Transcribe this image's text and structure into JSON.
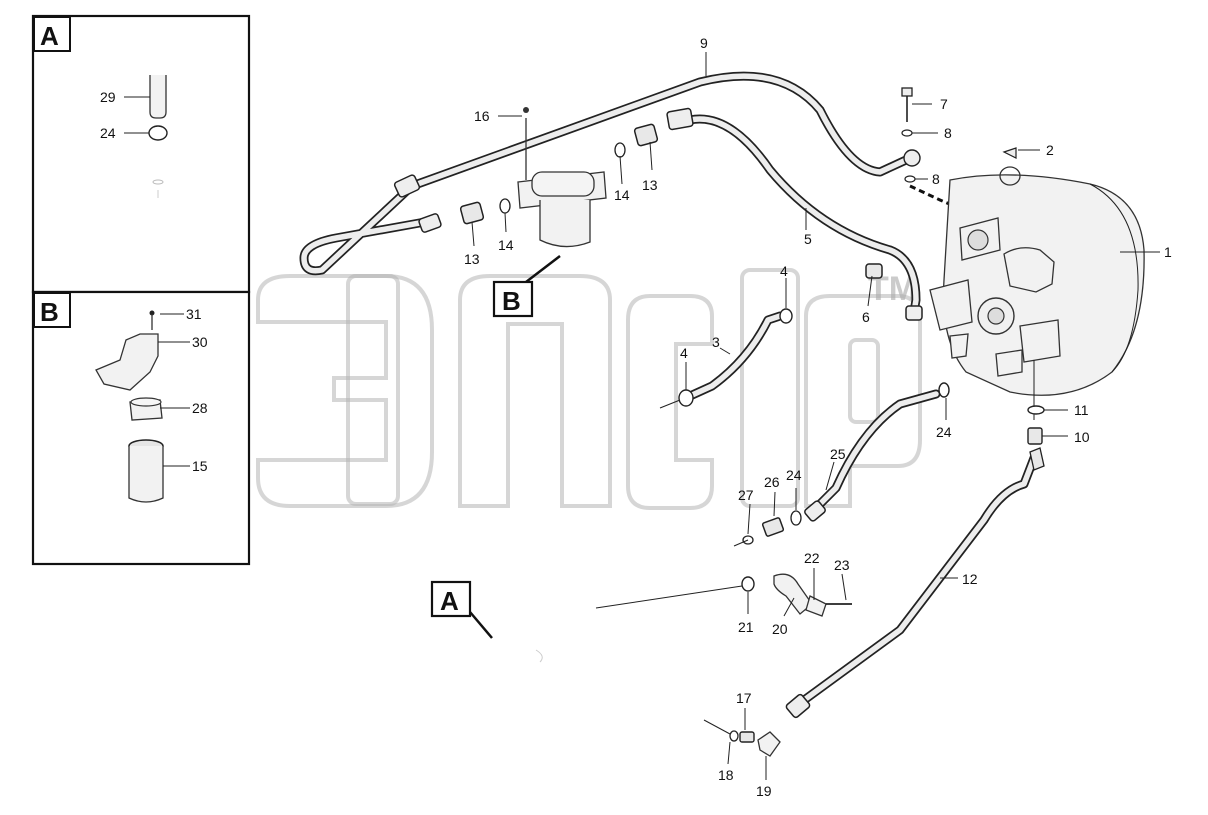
{
  "panels": {
    "a": {
      "letter": "A"
    },
    "b": {
      "letter": "B"
    }
  },
  "callouts": {
    "main_b": "B",
    "main_a": "A"
  },
  "watermark": {
    "sub": "TM"
  },
  "parts": [
    {
      "key": "p1",
      "label": "1"
    },
    {
      "key": "p2",
      "label": "2"
    },
    {
      "key": "p3",
      "label": "3"
    },
    {
      "key": "p4a",
      "label": "4"
    },
    {
      "key": "p4b",
      "label": "4"
    },
    {
      "key": "p5",
      "label": "5"
    },
    {
      "key": "p6",
      "label": "6"
    },
    {
      "key": "p7",
      "label": "7"
    },
    {
      "key": "p8a",
      "label": "8"
    },
    {
      "key": "p8b",
      "label": "8"
    },
    {
      "key": "p9",
      "label": "9"
    },
    {
      "key": "p10",
      "label": "10"
    },
    {
      "key": "p11",
      "label": "11"
    },
    {
      "key": "p12",
      "label": "12"
    },
    {
      "key": "p13a",
      "label": "13"
    },
    {
      "key": "p13b",
      "label": "13"
    },
    {
      "key": "p14a",
      "label": "14"
    },
    {
      "key": "p14b",
      "label": "14"
    },
    {
      "key": "p15",
      "label": "15"
    },
    {
      "key": "p16",
      "label": "16"
    },
    {
      "key": "p17",
      "label": "17"
    },
    {
      "key": "p18",
      "label": "18"
    },
    {
      "key": "p19",
      "label": "19"
    },
    {
      "key": "p20",
      "label": "20"
    },
    {
      "key": "p21",
      "label": "21"
    },
    {
      "key": "p22",
      "label": "22"
    },
    {
      "key": "p23",
      "label": "23"
    },
    {
      "key": "p24a",
      "label": "24"
    },
    {
      "key": "p24b",
      "label": "24"
    },
    {
      "key": "p24c",
      "label": "24"
    },
    {
      "key": "p25",
      "label": "25"
    },
    {
      "key": "p26",
      "label": "26"
    },
    {
      "key": "p27",
      "label": "27"
    },
    {
      "key": "p28",
      "label": "28"
    },
    {
      "key": "p29",
      "label": "29"
    },
    {
      "key": "p30",
      "label": "30"
    },
    {
      "key": "p31",
      "label": "31"
    }
  ]
}
